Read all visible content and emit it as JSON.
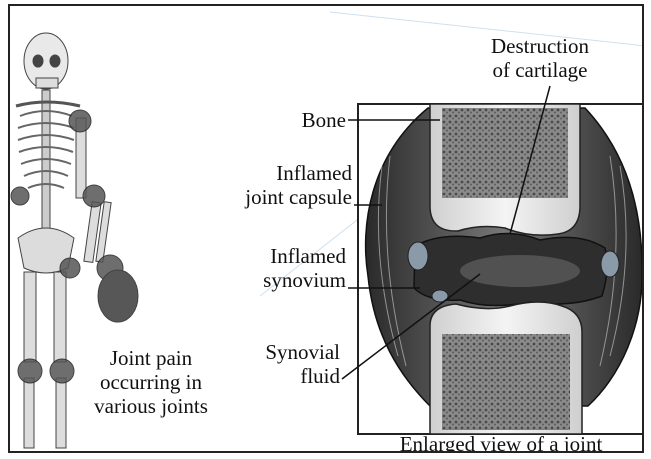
{
  "labels": {
    "destruction_line1": "Destruction",
    "destruction_line2": "of cartilage",
    "bone": "Bone",
    "capsule_line1": "Inflamed",
    "capsule_line2": "joint capsule",
    "synovium_line1": "Inflamed",
    "synovium_line2": "synovium",
    "fluid_line1": "Synovial",
    "fluid_line2": "fluid",
    "pain_line1": "Joint pain",
    "pain_line2": "occurring in",
    "pain_line3": "various joints",
    "caption": "Enlarged view of a joint"
  }
}
